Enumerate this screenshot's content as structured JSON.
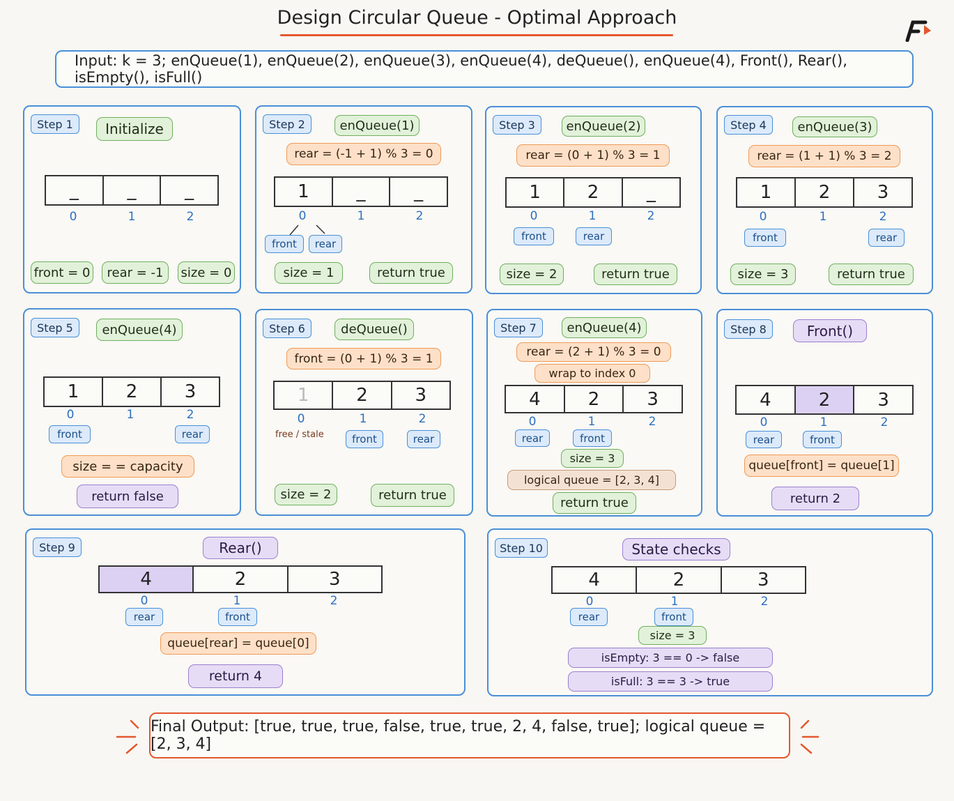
{
  "title": "Design Circular Queue - Optimal Approach",
  "input": "Input: k = 3; enQueue(1), enQueue(2), enQueue(3), enQueue(4), deQueue(), enQueue(4), Front(), Rear(), isEmpty(), isFull()",
  "indices": [
    "0",
    "1",
    "2"
  ],
  "steps": [
    {
      "label": "Step 1",
      "op": "Initialize",
      "cells": [
        "_",
        "_",
        "_"
      ],
      "front": "front = 0",
      "rear": "rear = -1",
      "size": "size = 0"
    },
    {
      "label": "Step 2",
      "op": "enQueue(1)",
      "calc": "rear = (-1 + 1) % 3 = 0",
      "cells": [
        "1",
        "_",
        "_"
      ],
      "ptr_front": "front",
      "ptr_rear": "rear",
      "size": "size = 1",
      "ret": "return true"
    },
    {
      "label": "Step 3",
      "op": "enQueue(2)",
      "calc": "rear = (0 + 1) % 3 = 1",
      "cells": [
        "1",
        "2",
        "_"
      ],
      "ptr_front": "front",
      "ptr_rear": "rear",
      "size": "size = 2",
      "ret": "return true"
    },
    {
      "label": "Step 4",
      "op": "enQueue(3)",
      "calc": "rear = (1 + 1) % 3 = 2",
      "cells": [
        "1",
        "2",
        "3"
      ],
      "ptr_front": "front",
      "ptr_rear": "rear",
      "size": "size = 3",
      "ret": "return true"
    },
    {
      "label": "Step 5",
      "op": "enQueue(4)",
      "cells": [
        "1",
        "2",
        "3"
      ],
      "ptr_front": "front",
      "ptr_rear": "rear",
      "cond": "size = = capacity",
      "ret": "return false"
    },
    {
      "label": "Step 6",
      "op": "deQueue()",
      "calc": "front = (0 + 1) % 3 = 1",
      "cells": [
        "1",
        "2",
        "3"
      ],
      "stale_note": "free / stale",
      "ptr_front": "front",
      "ptr_rear": "rear",
      "size": "size = 2",
      "ret": "return true"
    },
    {
      "label": "Step 7",
      "op": "enQueue(4)",
      "calc": "rear = (2 + 1) % 3 = 0",
      "wrap": "wrap to index 0",
      "cells": [
        "4",
        "2",
        "3"
      ],
      "ptr_rear": "rear",
      "ptr_front": "front",
      "size": "size = 3",
      "logical": "logical queue = [2, 3, 4]",
      "ret": "return true"
    },
    {
      "label": "Step 8",
      "op": "Front()",
      "cells": [
        "4",
        "2",
        "3"
      ],
      "ptr_rear": "rear",
      "ptr_front": "front",
      "expr": "queue[front] = queue[1]",
      "ret": "return 2"
    },
    {
      "label": "Step 9",
      "op": "Rear()",
      "cells": [
        "4",
        "2",
        "3"
      ],
      "ptr_rear": "rear",
      "ptr_front": "front",
      "expr": "queue[rear] = queue[0]",
      "ret": "return 4"
    },
    {
      "label": "Step 10",
      "op": "State checks",
      "cells": [
        "4",
        "2",
        "3"
      ],
      "ptr_rear": "rear",
      "ptr_front": "front",
      "size": "size = 3",
      "empty": "isEmpty: 3 == 0 -> false",
      "full": "isFull: 3 == 3 -> true"
    }
  ],
  "final": "Final Output: [true, true, true, false, true, true, 2, 4, false, true]; logical queue = [2, 3, 4]",
  "colors": {
    "accent": "#e4572e",
    "panel_border": "#4a8fd8",
    "green": "#6faf5e",
    "orange": "#ef9a58",
    "purple": "#9c7fd0"
  }
}
